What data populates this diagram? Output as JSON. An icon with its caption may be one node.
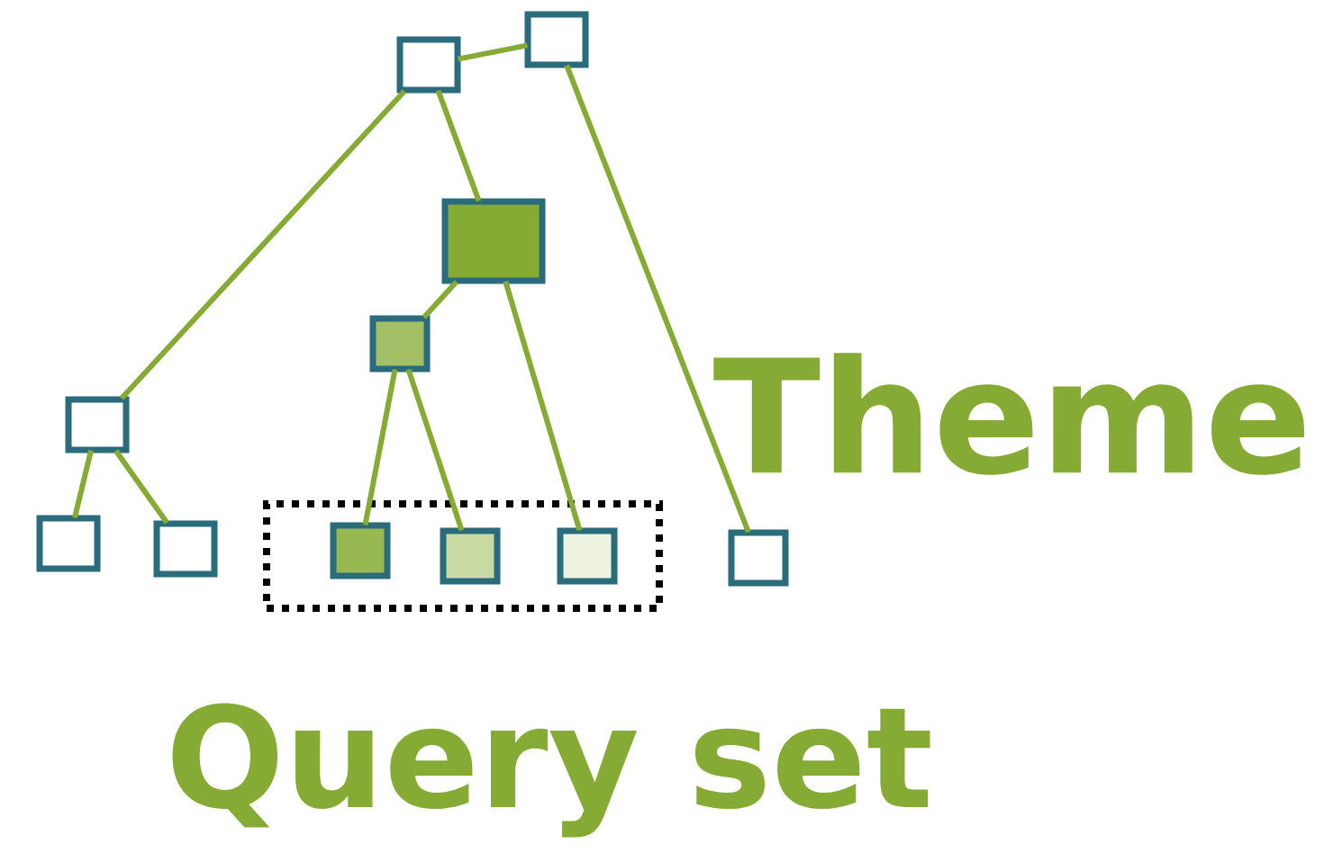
{
  "diagram": {
    "nodes": [
      {
        "text": [],
        "shape": "box"
      },
      {
        "text": [],
        "shape": "box"
      },
      {
        "text": [],
        "shape": "box"
      },
      {
        "text": [],
        "shape": "box"
      },
      {
        "text": [],
        "shape": "box"
      },
      {
        "text": [],
        "shape": "box"
      },
      {
        "text": [],
        "shape": "box"
      },
      {
        "text": [],
        "shape": "box"
      },
      {
        "text": [],
        "shape": "box",
        "in": 7
      },
      {
        "text": [],
        "shape": "box",
        "in": 7
      },
      {
        "text": [],
        "shape": "box",
        "in": 7
      },
      {
        "text": [],
        "shape": "box"
      }
    ],
    "edges": [
      {
        "from": 0,
        "to": 1,
        "arrow": "none"
      },
      {
        "from": 1,
        "to": 4,
        "arrow": "none"
      },
      {
        "from": 1,
        "to": 2,
        "arrow": "none"
      },
      {
        "from": 0,
        "to": 11,
        "arrow": "none"
      },
      {
        "from": 2,
        "to": 3,
        "arrow": "none"
      },
      {
        "from": 2,
        "to": 10,
        "arrow": "none"
      },
      {
        "from": 3,
        "to": 8,
        "arrow": "none"
      },
      {
        "from": 3,
        "to": 9,
        "arrow": "none"
      },
      {
        "from": 4,
        "to": 5,
        "arrow": "none"
      },
      {
        "from": 4,
        "to": 6,
        "arrow": "none"
      }
    ],
    "labels": [
      "Theme",
      "Query set"
    ]
  }
}
